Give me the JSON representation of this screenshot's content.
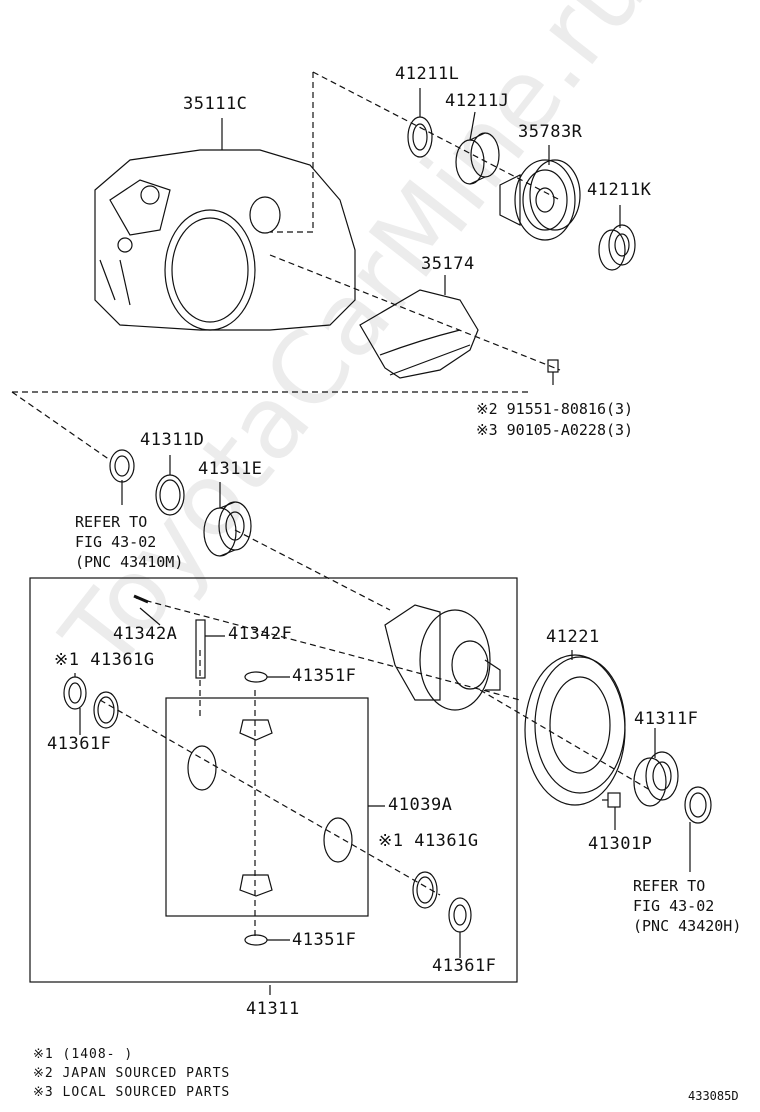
{
  "watermark": "ToyotaCarMine.ru",
  "figure_id": "433085D",
  "parts": {
    "p35111C": "35111C",
    "p41211L": "41211L",
    "p41211J": "41211J",
    "p35783R": "35783R",
    "p41211K": "41211K",
    "p35174": "35174",
    "bolt1": "※2 91551-80816(3)",
    "bolt2": "※3 90105-A0228(3)",
    "p41311D": "41311D",
    "p41311E": "41311E",
    "refer1": [
      "REFER TO",
      "FIG 43-02",
      "(PNC 43410M)"
    ],
    "p41342A": "41342A",
    "p41342F": "41342F",
    "p41361G_a": "※1 41361G",
    "p41351F_a": "41351F",
    "p41361F_a": "41361F",
    "p41221": "41221",
    "p41311F": "41311F",
    "p41039A": "41039A",
    "p41361G_b": "※1 41361G",
    "p41301P": "41301P",
    "refer2": [
      "REFER TO",
      "FIG 43-02",
      "(PNC 43420H)"
    ],
    "p41351F_b": "41351F",
    "p41361F_b": "41361F",
    "p41311": "41311"
  },
  "notes": [
    "※1 (1408-      )",
    "※2 JAPAN SOURCED PARTS",
    "※3 LOCAL SOURCED PARTS"
  ]
}
